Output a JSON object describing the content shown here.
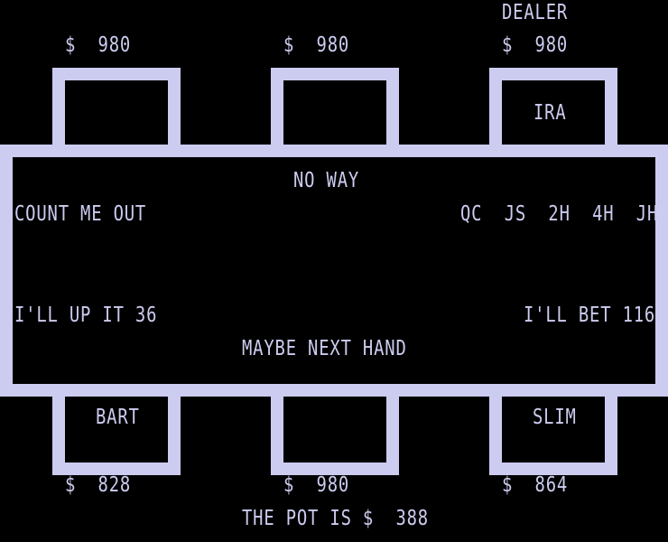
{
  "dealer_label": "DEALER",
  "seats": {
    "top_left": {
      "name": "",
      "money": "$  980"
    },
    "top_mid": {
      "name": "",
      "money": "$  980"
    },
    "top_right": {
      "name": "IRA",
      "money": "$  980"
    },
    "bot_left": {
      "name": "BART",
      "money": "$  828"
    },
    "bot_mid": {
      "name": "",
      "money": "$  980"
    },
    "bot_right": {
      "name": "SLIM",
      "money": "$  864"
    }
  },
  "table": {
    "msg_top": "NO WAY",
    "msg_left_upper": "COUNT ME OUT",
    "hand": "QC  JS  2H  4H  JH",
    "msg_left_lower": "I'LL UP IT 36",
    "msg_right_lower": "I'LL BET 116",
    "msg_bottom": "MAYBE NEXT HAND"
  },
  "pot": "THE POT IS $  388",
  "colors": {
    "foreground": "#ccccf0",
    "background": "#000000"
  }
}
